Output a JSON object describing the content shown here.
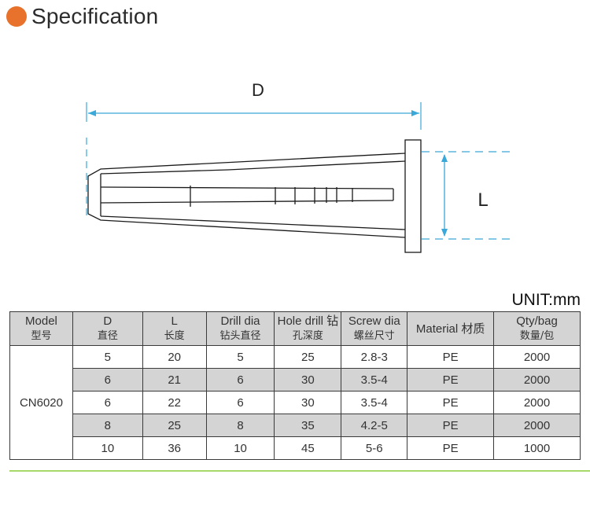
{
  "header": {
    "title": "Specification",
    "accent": "#e8722c"
  },
  "drawing": {
    "dimension_d": "D",
    "dimension_l": "L",
    "line_color": "#3aa8d8"
  },
  "unit_label": "UNIT:mm",
  "table": {
    "headers": [
      {
        "en": "Model",
        "zh": "型号"
      },
      {
        "en": "D",
        "zh": "直径"
      },
      {
        "en": "L",
        "zh": "长度"
      },
      {
        "en": "Drill dia",
        "zh": "钻头直径"
      },
      {
        "en": "Hole drill 钻",
        "zh": "孔深度"
      },
      {
        "en": "Screw dia",
        "zh": "螺丝尺寸"
      },
      {
        "en": "Material 材质",
        "zh": ""
      },
      {
        "en": "Qty/bag",
        "zh": "数量/包"
      }
    ],
    "model": "CN6020",
    "rows": [
      [
        "5",
        "20",
        "5",
        "25",
        "2.8-3",
        "PE",
        "2000"
      ],
      [
        "6",
        "21",
        "6",
        "30",
        "3.5-4",
        "PE",
        "2000"
      ],
      [
        "6",
        "22",
        "6",
        "30",
        "3.5-4",
        "PE",
        "2000"
      ],
      [
        "8",
        "25",
        "8",
        "35",
        "4.2-5",
        "PE",
        "2000"
      ],
      [
        "10",
        "36",
        "10",
        "45",
        "5-6",
        "PE",
        "1000"
      ]
    ]
  }
}
